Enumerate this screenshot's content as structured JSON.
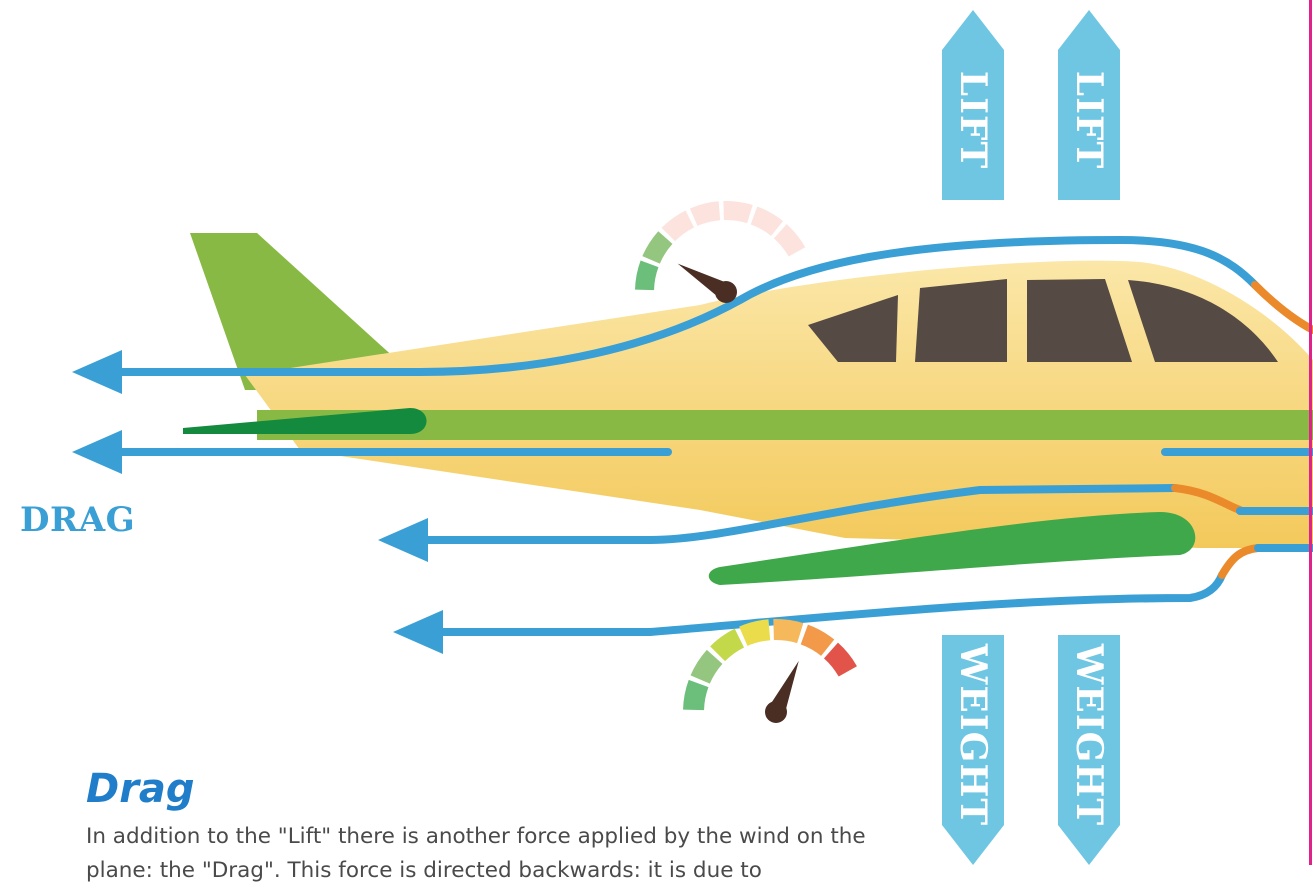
{
  "labels": {
    "lift": "LIFT",
    "weight": "WEIGHT",
    "drag": "DRAG"
  },
  "section": {
    "title": "Drag",
    "body": "In addition to the \"Lift\" there is another force applied by the wind on the plane: the \"Drag\". This force is directed backwards: it is due to"
  },
  "colors": {
    "airflow": "#3a9fd5",
    "airflow_turbulent": "#ea8a2a",
    "force_arrow": "#6ec6e3",
    "fuselage": "#f5d06a",
    "stripe": "#88b944",
    "tail_fin": "#88b944",
    "wing": "#3fa84a",
    "windows": "#554a44",
    "title": "#1f7dc9",
    "accent_bar": "#e0218a"
  },
  "gauges": [
    {
      "name": "upper-pressure-gauge",
      "level": 0.2,
      "lit_segments": 2,
      "segments": 7
    },
    {
      "name": "lower-pressure-gauge",
      "level": 0.75,
      "lit_segments": 7,
      "segments": 7
    }
  ]
}
